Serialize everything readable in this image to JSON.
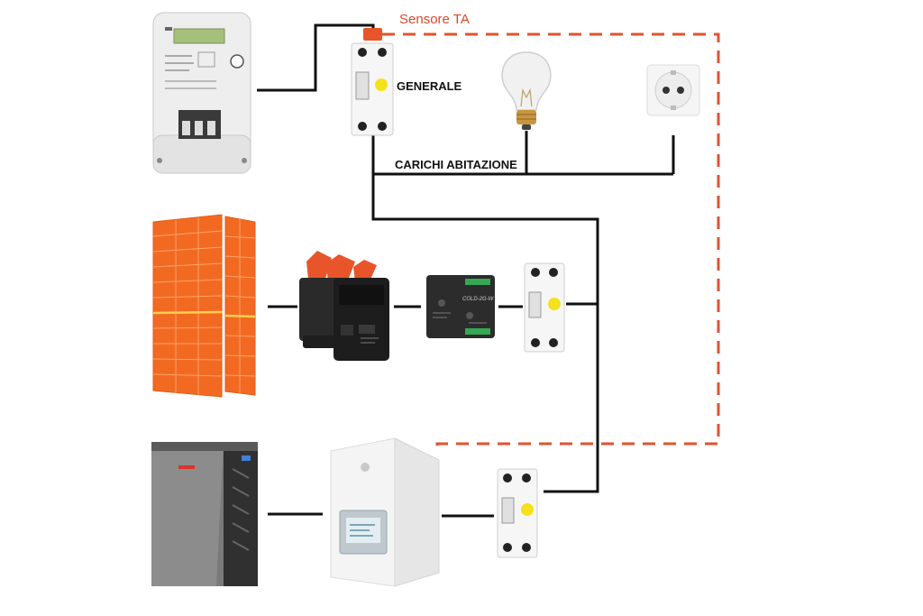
{
  "labels": {
    "sensor": "Sensore TA",
    "main_breaker": "GENERALE",
    "household_loads": "CARICHI ABITAZIONE"
  },
  "components": [
    "energy-meter",
    "main-breaker",
    "light-bulb",
    "wall-socket",
    "solar-panels",
    "micro-inverters",
    "monitoring-gateway",
    "pv-breaker",
    "home-battery",
    "hybrid-inverter",
    "battery-breaker"
  ],
  "device_texts": {
    "gateway_model": "COLD-2G-W"
  },
  "colors": {
    "wire": "#111111",
    "sensor_line": "#e0532e",
    "panel": "#f26a22",
    "breaker_toggle": "#f4e21c",
    "meter_display": "#a4c07a"
  }
}
